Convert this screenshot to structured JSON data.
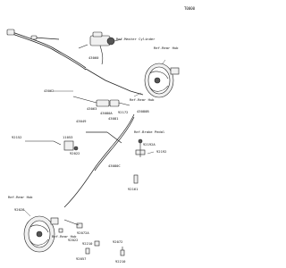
{
  "diagram": {
    "drawing_number": "T0000",
    "colors": {
      "line": "#222222",
      "fill_light": "#f0f0f0",
      "fill_dark": "#555555"
    },
    "labels": {
      "ref_master_cylinder": "Ref.Master Cylinder",
      "ref_rear_hub_top": "Ref.Rear Hub",
      "ref_rear_hub_mid": "Ref.Rear Hub",
      "ref_brake_pedal": "Ref.Brake Pedal",
      "ref_rear_hub_left": "Ref.Rear Hub",
      "ref_rear_hub_bottom": "Ref.Rear Hub",
      "part_43060": "43060",
      "part_43062": "43062",
      "part_43063": "43063",
      "part_43080a": "43080A",
      "part_92172": "92172",
      "part_43081": "43081",
      "part_43080b": "43080B",
      "part_92152": "92152",
      "part_11053": "11053",
      "part_92022_top": "92022",
      "part_43049": "43049",
      "part_43080c": "43080C",
      "part_92192": "92192",
      "part_921924": "92192A",
      "part_92161": "92161",
      "part_92028": "92028",
      "part_92072": "92072",
      "part_92072a": "92072A",
      "part_92210": "92210",
      "part_92022_bot": "92022",
      "part_92210b": "92210",
      "part_92057": "92057"
    }
  }
}
